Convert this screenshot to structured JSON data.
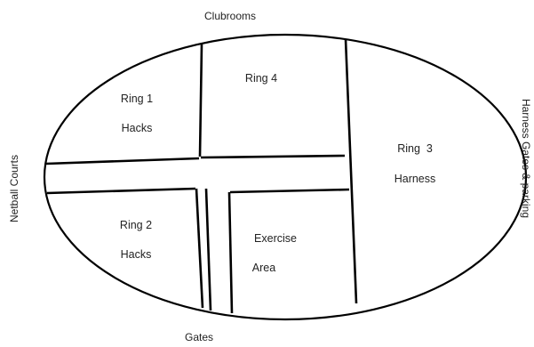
{
  "surroundings": {
    "top": "Clubrooms",
    "bottom": "Gates",
    "left": "Netball Courts",
    "right": "Harness Gates & parking"
  },
  "rings": [
    {
      "name": "Ring 1",
      "use": "Hacks"
    },
    {
      "name": "Ring 4",
      "use": ""
    },
    {
      "name": "Ring 2",
      "use": "Hacks"
    },
    {
      "name": "Ring  3",
      "use": "Harness"
    }
  ],
  "exercise_area": {
    "line1": "Exercise",
    "line2": "Area"
  },
  "colors": {
    "line": "#000000",
    "text": "#222222",
    "background": "#ffffff"
  }
}
